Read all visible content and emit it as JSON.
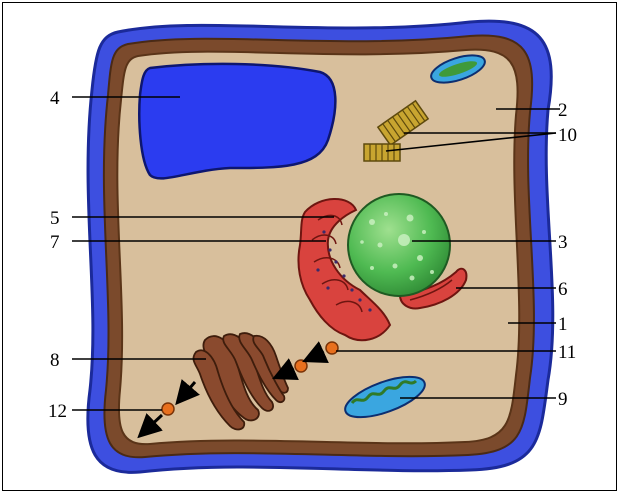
{
  "diagram": {
    "labels": {
      "l1": "1",
      "l2": "2",
      "l3": "3",
      "l4": "4",
      "l5": "5",
      "l6": "6",
      "l7": "7",
      "l8": "8",
      "l9": "9",
      "l10": "10",
      "l11": "11",
      "l12": "12"
    }
  }
}
